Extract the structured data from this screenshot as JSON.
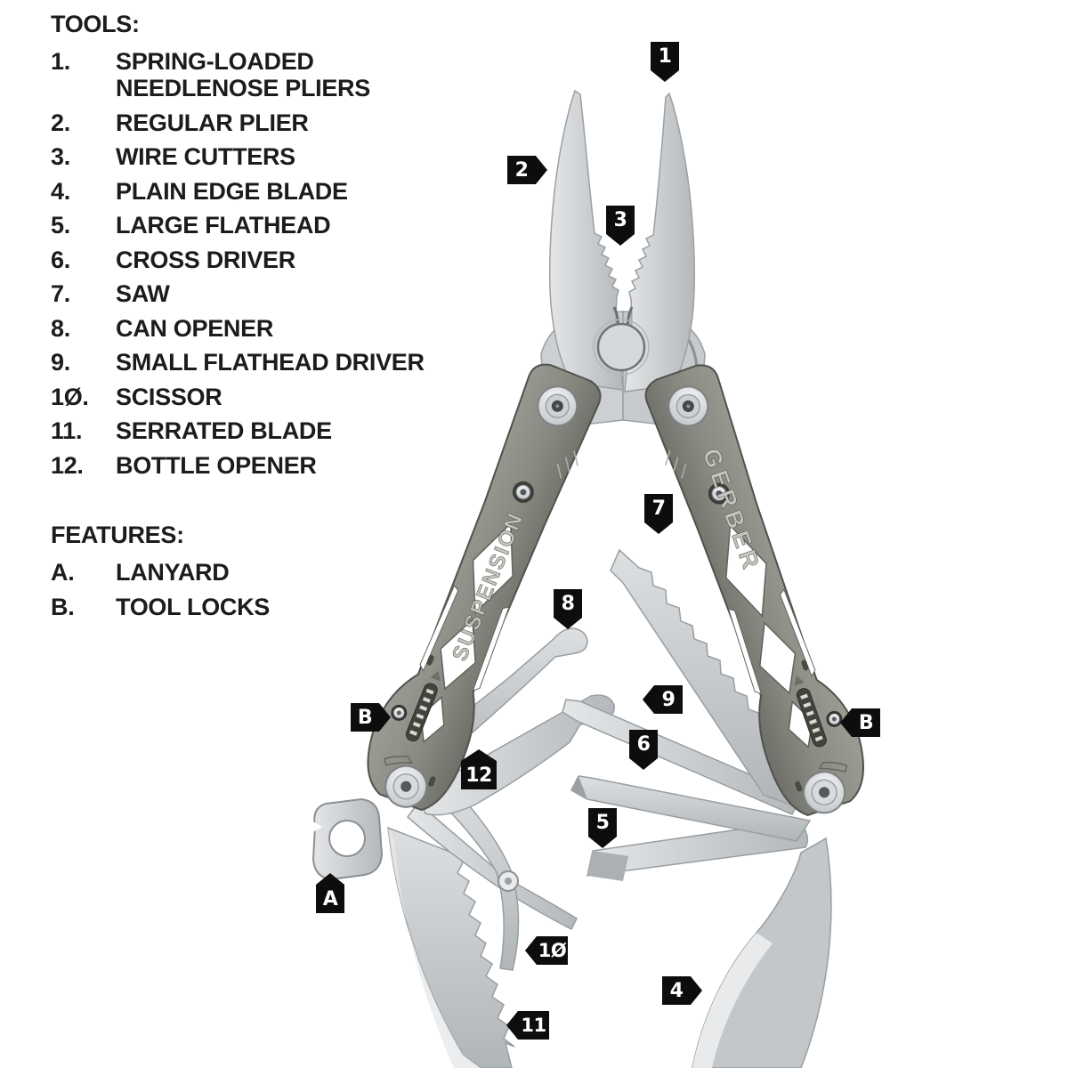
{
  "tools_list": {
    "heading": "TOOLS:",
    "items": [
      {
        "num": "1.",
        "label": "SPRING-LOADED NEEDLENOSE PLIERS"
      },
      {
        "num": "2.",
        "label": "REGULAR PLIER"
      },
      {
        "num": "3.",
        "label": "WIRE CUTTERS"
      },
      {
        "num": "4.",
        "label": "PLAIN EDGE BLADE"
      },
      {
        "num": "5.",
        "label": "LARGE FLATHEAD"
      },
      {
        "num": "6.",
        "label": "CROSS DRIVER"
      },
      {
        "num": "7.",
        "label": "SAW"
      },
      {
        "num": "8.",
        "label": "CAN OPENER"
      },
      {
        "num": "9.",
        "label": "SMALL FLATHEAD DRIVER"
      },
      {
        "num": "1Ø.",
        "label": "SCISSOR"
      },
      {
        "num": "11.",
        "label": "SERRATED BLADE"
      },
      {
        "num": "12.",
        "label": "BOTTLE OPENER"
      }
    ]
  },
  "features_list": {
    "heading": "FEATURES:",
    "items": [
      {
        "num": "A.",
        "label": "LANYARD"
      },
      {
        "num": "B.",
        "label": "TOOL LOCKS"
      }
    ]
  },
  "diagram": {
    "brand_handle_left": "SUSPENSION",
    "brand_handle_right": "GERBER",
    "markers": [
      {
        "id": "needlenose-pliers",
        "label": "1"
      },
      {
        "id": "regular-plier",
        "label": "2"
      },
      {
        "id": "wire-cutters",
        "label": "3"
      },
      {
        "id": "saw",
        "label": "7"
      },
      {
        "id": "can-opener",
        "label": "8"
      },
      {
        "id": "small-flathead-driver",
        "label": "9"
      },
      {
        "id": "cross-driver",
        "label": "6"
      },
      {
        "id": "large-flathead",
        "label": "5"
      },
      {
        "id": "tool-lock-left",
        "label": "B"
      },
      {
        "id": "tool-lock-right",
        "label": "B"
      },
      {
        "id": "bottle-opener",
        "label": "12"
      },
      {
        "id": "lanyard",
        "label": "A"
      },
      {
        "id": "scissor",
        "label": "1Ø"
      },
      {
        "id": "serrated-blade",
        "label": "11"
      },
      {
        "id": "plain-edge-blade",
        "label": "4"
      }
    ],
    "colors": {
      "marker_bg": "#0d0d0d",
      "marker_text": "#ffffff",
      "handle_gray": "#8a8a83",
      "steel_light": "#d9dbdd",
      "text": "#1c1c1c",
      "background": "#ffffff"
    }
  }
}
